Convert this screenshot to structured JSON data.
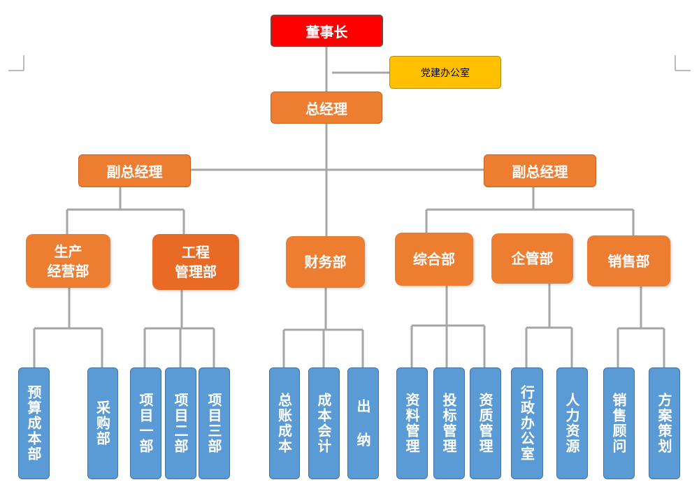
{
  "chairman": "董事长",
  "party_office": "党建办公室",
  "general_manager": "总经理",
  "vice_left": "副总经理",
  "vice_right": "副总经理",
  "departments": {
    "production": "生产\n经营部",
    "engineering": "工程\n管理部",
    "finance": "财务部",
    "general": "综合部",
    "enterprise": "企管部",
    "sales": "销售部"
  },
  "units": {
    "budget_cost": "预算成本部",
    "procurement": "采购部",
    "project1": "项目一部",
    "project2": "项目二部",
    "project3": "项目三部",
    "ledger_cost": "总账成本",
    "cost_accounting": "成本会计",
    "cashier": "出 纳",
    "data_mgmt": "资料管理",
    "bid_mgmt": "投标管理",
    "qual_mgmt": "资质管理",
    "admin_office": "行政办公室",
    "hr": "人力资源",
    "sales_consult": "销售顾问",
    "planning": "方案策划"
  },
  "colors": {
    "chairman": "#ff0000",
    "party_office": "#ffc000",
    "management": "#ed7d31",
    "units": "#5b9bd5",
    "connector": "#a6a6a6"
  }
}
